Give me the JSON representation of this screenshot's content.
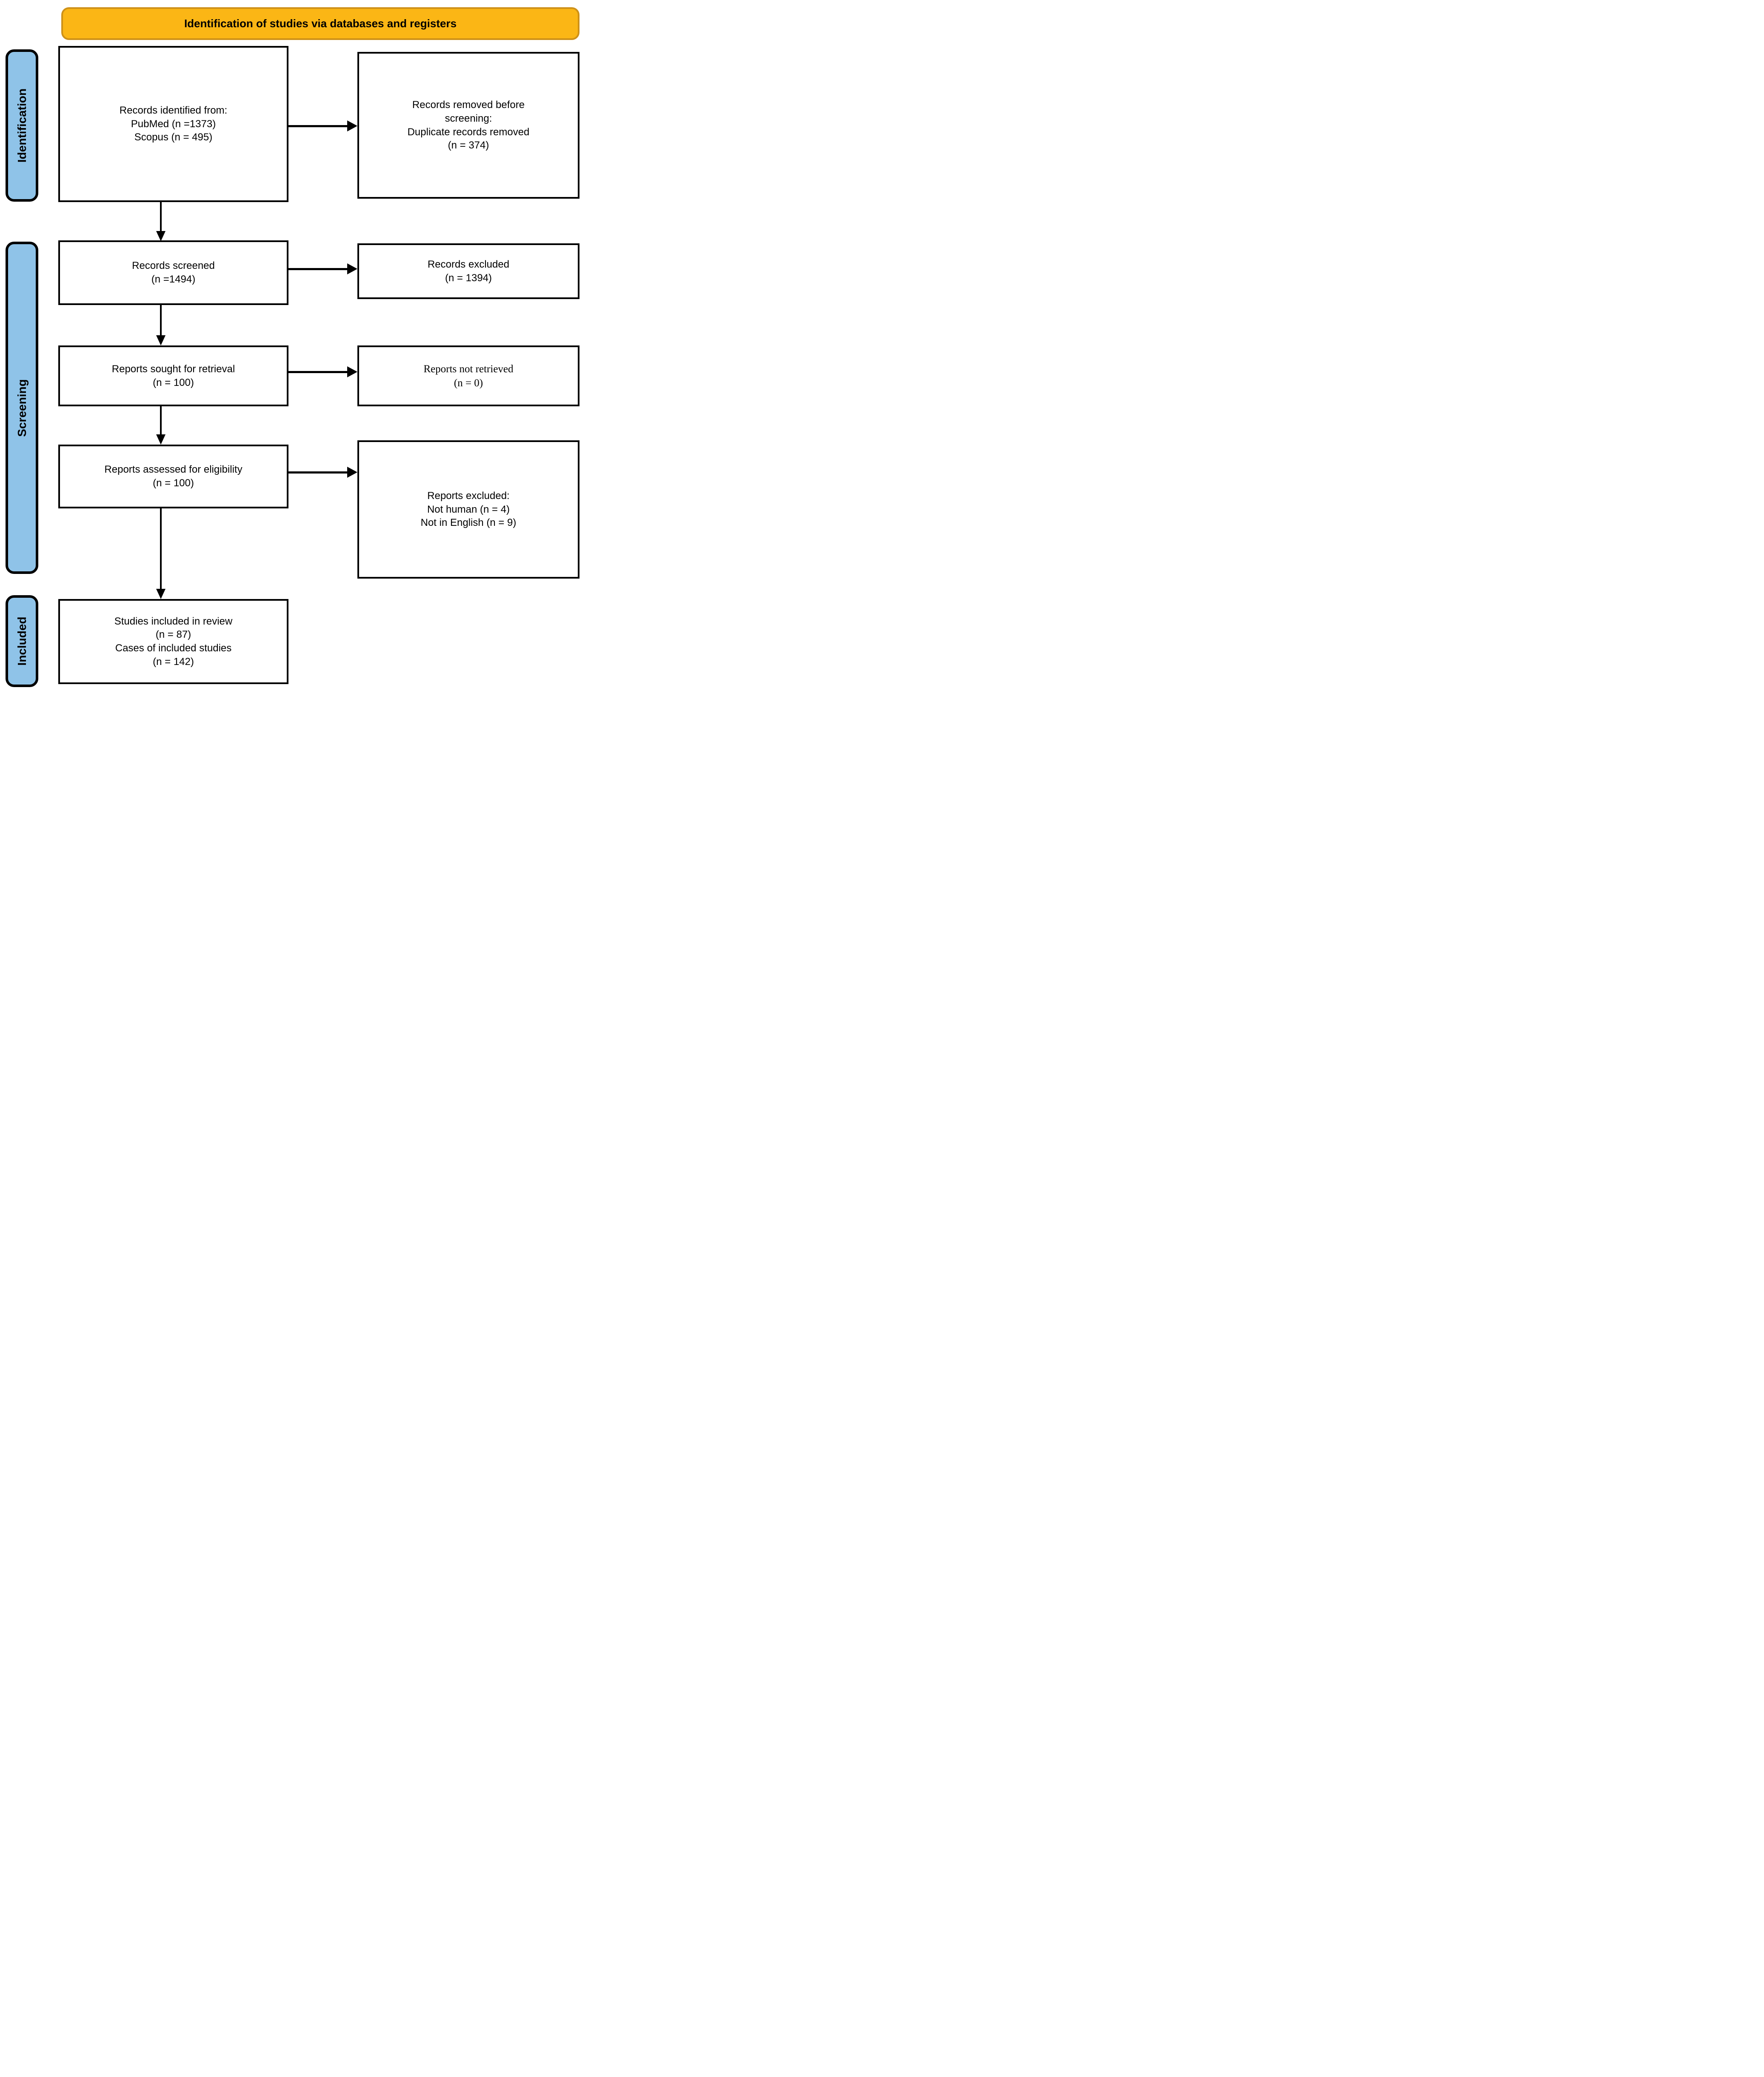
{
  "banner": {
    "title": "Identification of studies via databases and registers",
    "fill_color": "#FBB615",
    "border_color": "#CE9118"
  },
  "sidebar": {
    "fill_color": "#8FC3E8",
    "items": [
      {
        "label": "Identification"
      },
      {
        "label": "Screening"
      },
      {
        "label": "Included"
      }
    ]
  },
  "flow": {
    "left_column": [
      {
        "id": "records-identified",
        "lines": [
          "Records identified from:",
          "PubMed (n =1373)",
          "Scopus (n = 495)"
        ]
      },
      {
        "id": "records-screened",
        "lines": [
          "Records screened",
          "(n =1494)"
        ]
      },
      {
        "id": "reports-sought",
        "lines": [
          "Reports sought for retrieval",
          "(n = 100)"
        ]
      },
      {
        "id": "reports-assessed",
        "lines": [
          "Reports assessed for eligibility",
          "(n = 100)"
        ]
      },
      {
        "id": "studies-included",
        "lines": [
          "Studies included in review",
          "(n = 87)",
          "Cases of included studies",
          "(n = 142)"
        ]
      }
    ],
    "right_column": [
      {
        "id": "records-removed",
        "lines": [
          "Records removed before",
          "screening:",
          "Duplicate records removed",
          "(n = 374)"
        ]
      },
      {
        "id": "records-excluded",
        "lines": [
          "Records excluded",
          "(n = 1394)"
        ]
      },
      {
        "id": "reports-not-retrieved",
        "lines": [
          "Reports not retrieved",
          "(n = 0)"
        ]
      },
      {
        "id": "reports-excluded",
        "lines": [
          "Reports excluded:",
          "Not human (n = 4)",
          "Not in English (n = 9)"
        ]
      }
    ]
  },
  "arrow_color": "#000000"
}
